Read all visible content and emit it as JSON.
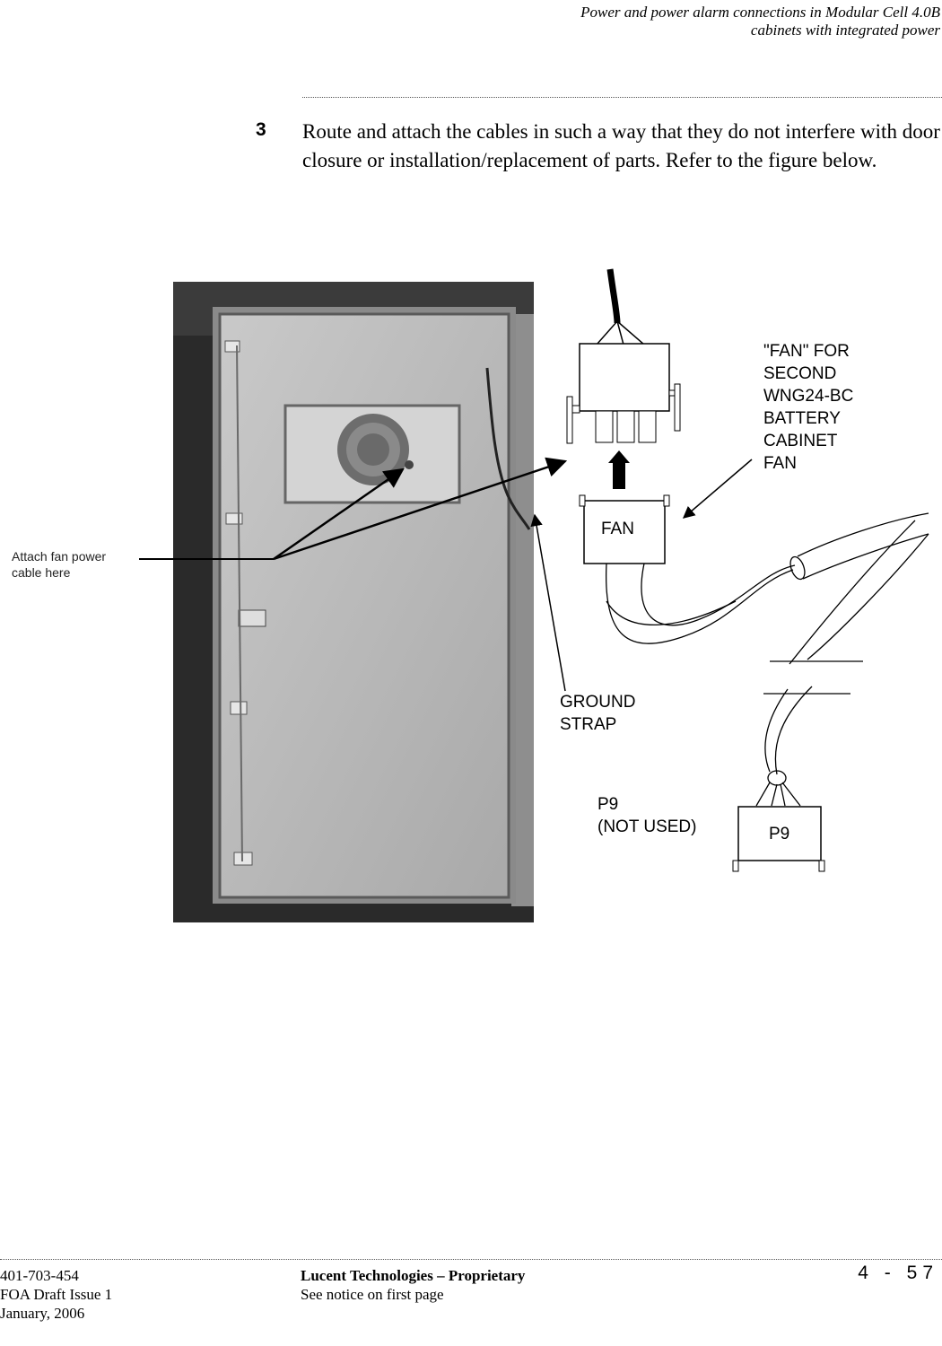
{
  "header": {
    "line1": "Power and power alarm connections in Modular Cell 4.0B",
    "line2": "cabinets with integrated power"
  },
  "step": {
    "number": "3",
    "text": "Route and attach the cables in such a way that they do not interfere with door closure or installation/replacement of parts. Refer to the figure below."
  },
  "figure": {
    "callout_attach": [
      "Attach fan power",
      "cable here"
    ],
    "label_fan_for": [
      "\"FAN\" FOR",
      "SECOND",
      "WNG24-BC",
      "BATTERY",
      "CABINET",
      "FAN"
    ],
    "connector_fan": "FAN",
    "label_ground": [
      "GROUND",
      "STRAP"
    ],
    "label_p9": [
      "P9",
      "(NOT USED)"
    ],
    "connector_p9": "P9"
  },
  "footer": {
    "doc_number": "401-703-454",
    "issue": "FOA Draft Issue 1",
    "date": "January, 2006",
    "company": "Lucent Technologies – Proprietary",
    "notice": "See notice on first page",
    "page": "4 - 57"
  }
}
